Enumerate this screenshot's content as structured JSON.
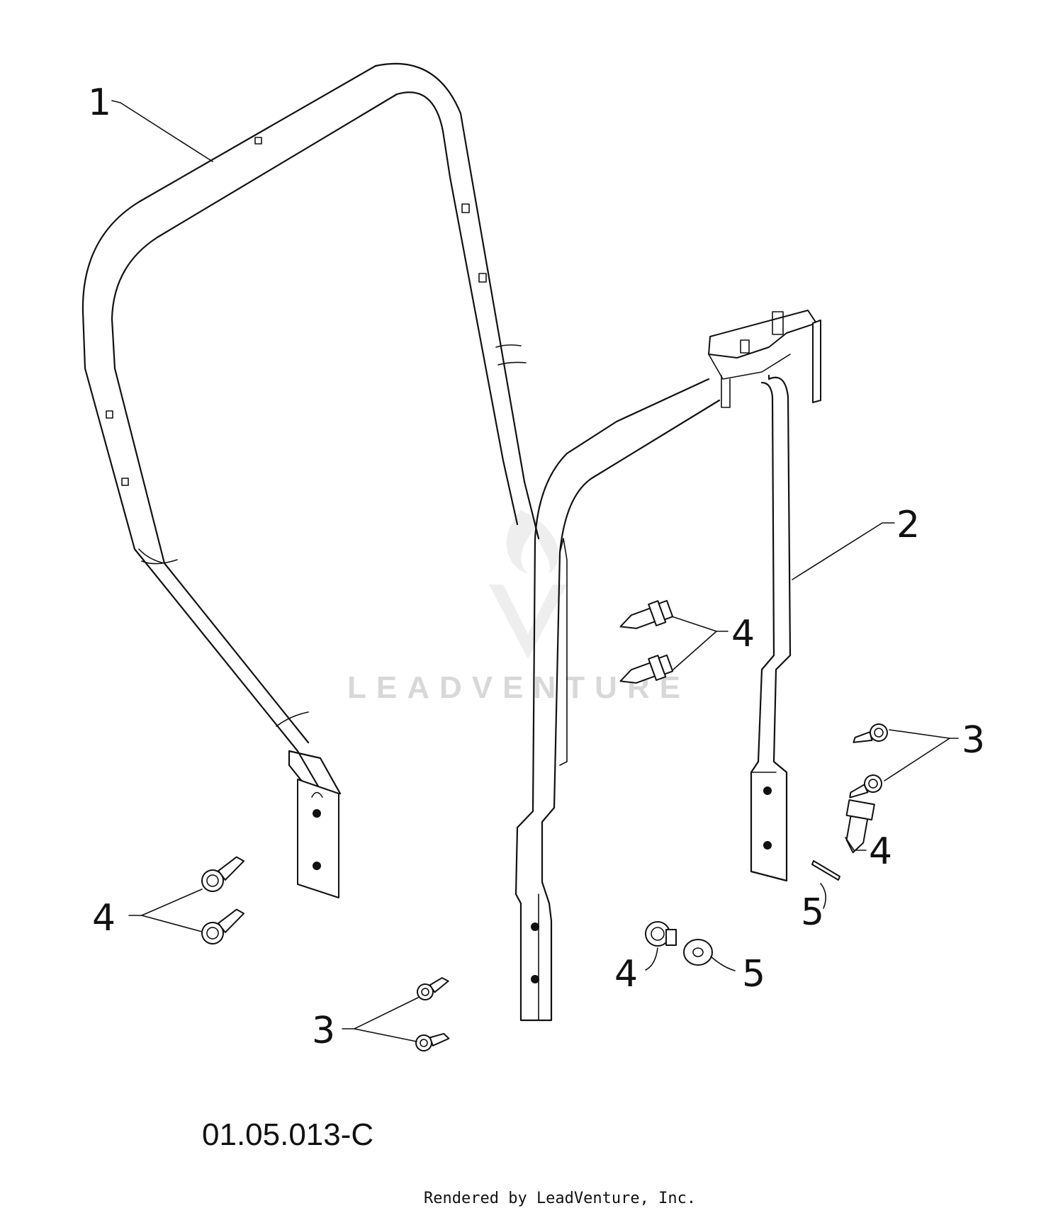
{
  "diagram": {
    "drawing_code": "01.05.013-C",
    "credit": "Rendered by LeadVenture, Inc.",
    "watermark": "LEADVENTURE",
    "callouts": [
      {
        "id": "c1",
        "label": "1"
      },
      {
        "id": "c2",
        "label": "2"
      },
      {
        "id": "c3a",
        "label": "3"
      },
      {
        "id": "c3b",
        "label": "3"
      },
      {
        "id": "c4a",
        "label": "4"
      },
      {
        "id": "c4b",
        "label": "4"
      },
      {
        "id": "c4c",
        "label": "4"
      },
      {
        "id": "c4d",
        "label": "4"
      },
      {
        "id": "c5a",
        "label": "5"
      },
      {
        "id": "c5b",
        "label": "5"
      }
    ]
  }
}
